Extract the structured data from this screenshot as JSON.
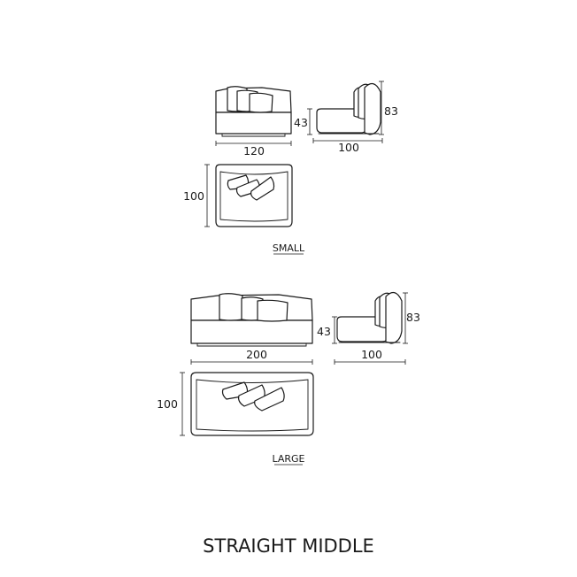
{
  "title": "STRAIGHT MIDDLE",
  "small": {
    "label": "SMALL",
    "front_width": "120",
    "side_seat_height": "43",
    "side_total_height": "83",
    "side_depth": "100",
    "top_depth": "100"
  },
  "large": {
    "label": "LARGE",
    "front_width": "200",
    "side_seat_height": "43",
    "side_total_height": "83",
    "side_depth": "100",
    "top_depth": "100"
  }
}
